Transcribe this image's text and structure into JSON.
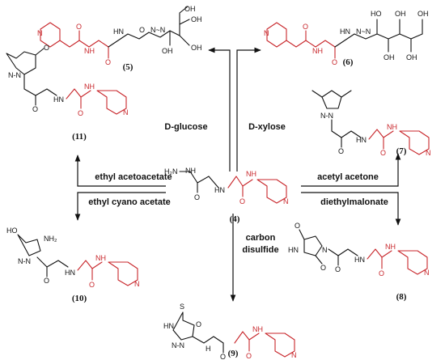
{
  "reagents": {
    "glucose": "D-glucose",
    "xylose": "D-xylose",
    "ethyl_acetoacetate": "ethyl acetoacetate",
    "ethyl_cyano_acetate": "ethyl cyano acetate",
    "acetyl_acetone": "acetyl acetone",
    "diethylmalonate": "diethylmalonate",
    "carbon": "carbon",
    "disulfide": "disulfide"
  },
  "compounds": {
    "c4": "(4)",
    "c5": "(5)",
    "c6": "(6)",
    "c7": "(7)",
    "c8": "(8)",
    "c9": "(9)",
    "c10": "(10)",
    "c11": "(11)"
  },
  "atoms": {
    "N": "N",
    "NH": "NH",
    "HN": "HN",
    "O": "O",
    "OH": "OH",
    "HO": "HO",
    "S": "S",
    "H2N": "H₂N",
    "NH2": "NH₂",
    "NH_hydrazide": "N—NH",
    "N_n": "N~N",
    "H": "H",
    "HN_ring": "HN",
    "N_N": "N-N"
  },
  "colors": {
    "nicotinoyl": "#c8262b",
    "ink": "#111111"
  }
}
